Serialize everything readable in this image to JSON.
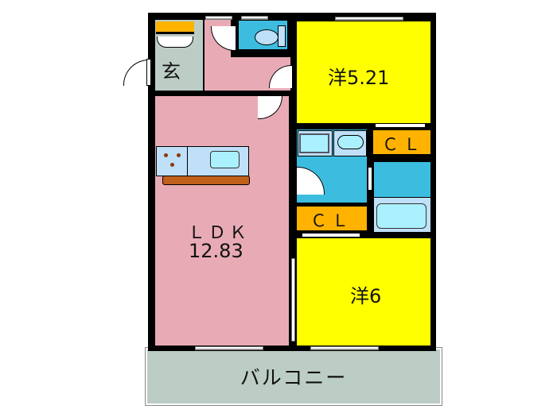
{
  "floorplan": {
    "colors": {
      "wall": "#000000",
      "ldk": "#e8abb6",
      "western_room": "#ffff00",
      "closet": "#ffb300",
      "entrance": "#bccdc6",
      "wet_area": "#3cbde0",
      "fixture": "#bfe0f8",
      "fixture_inner": "#aaf0ff",
      "balcony": "#bccdc6",
      "counter": "#c0601a"
    },
    "rooms": {
      "entrance": {
        "label": "玄"
      },
      "western1": {
        "label": "洋5.21"
      },
      "western2": {
        "label": "洋6"
      },
      "ldk": {
        "label_line1": "ＬＤＫ",
        "label_line2": "12.83"
      },
      "closet1": {
        "label": "ＣＬ"
      },
      "closet2": {
        "label": "ＣＬ"
      },
      "balcony": {
        "label": "バルコニー"
      }
    }
  }
}
